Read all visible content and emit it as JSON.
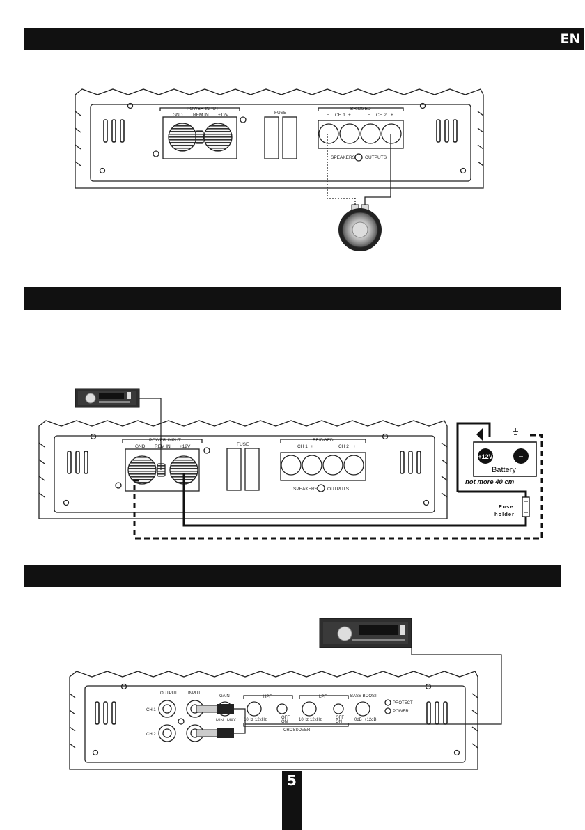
{
  "header": {
    "language": "EN"
  },
  "amplifier": {
    "power_input_label": "POWER INPUT",
    "gnd_label": "GND",
    "rem_in_label": "REM IN",
    "plus12_label": "+12V",
    "fuse_label": "FUSE",
    "bridged_label": "BRIDGED",
    "ch1_label": "CH 1",
    "ch2_label": "CH 2",
    "minus_sign": "−",
    "plus_sign": "+",
    "speakers_label": "SPEAKERS",
    "outputs_label": "OUTPUTS"
  },
  "battery": {
    "label": "Battery",
    "plus_label": "+12V",
    "minus_label": "−",
    "cable_note": "not more 40 cm",
    "fuse_holder_line1": "Fuse",
    "fuse_holder_line2": "holder"
  },
  "input_panel": {
    "output_label": "OUTPUT",
    "input_label": "INPUT",
    "gain_label": "GAIN",
    "hpf_label": "HPF",
    "lpf_label": "LPF",
    "bass_boost_label": "BASS BOOST",
    "protect_label": "PROTECT",
    "power_label": "POWER",
    "ch1_label": "CH 1",
    "ch2_label": "CH 2",
    "min_label": "MIN",
    "max_label": "MAX",
    "hz10_label": "10Hz",
    "khz12_label": "12kHz",
    "off_label": "OFF",
    "on_label": "ON",
    "db0_label": "0dB",
    "db12_label": "+12dB",
    "crossover_label": "CROSSOVER"
  },
  "footer": {
    "page_number": "5"
  }
}
